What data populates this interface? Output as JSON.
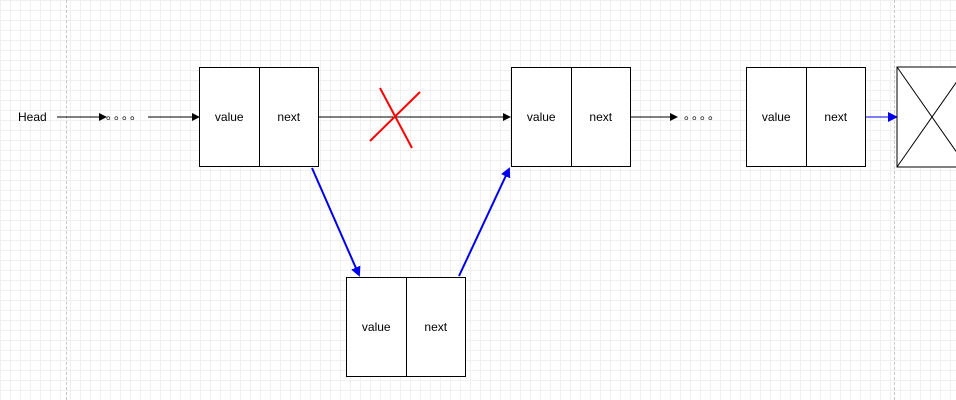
{
  "colors": {
    "black_edge": "#000000",
    "inserted_edge": "#0000ee",
    "removed_mark": "#ff0000",
    "grid": "#f0f0f0"
  },
  "head_label": "Head",
  "ellipsis_left": "。。。。",
  "ellipsis_right": "。。。。",
  "nodes": [
    {
      "value_label": "value",
      "next_label": "next"
    },
    {
      "value_label": "value",
      "next_label": "next"
    },
    {
      "value_label": "value",
      "next_label": "next"
    },
    {
      "value_label": "value",
      "next_label": "next"
    }
  ],
  "null_node_icon": "x-box-icon",
  "removed_link_icon": "red-x-icon"
}
